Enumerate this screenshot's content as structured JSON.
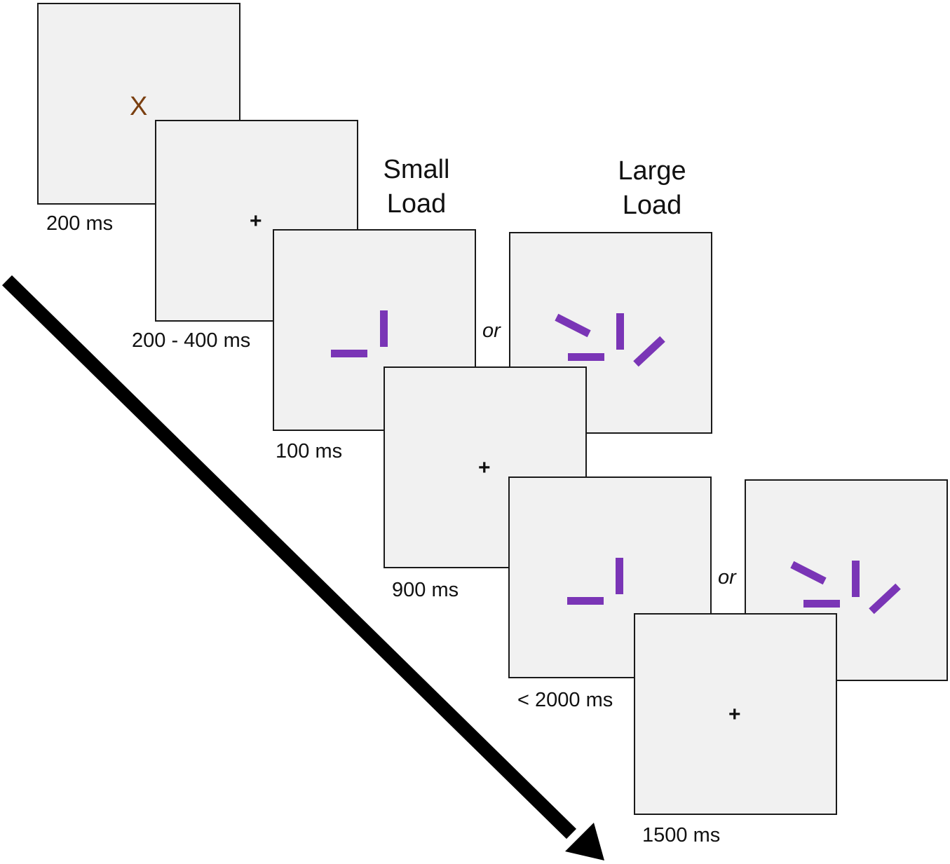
{
  "headings": {
    "small_load": "Small Load",
    "large_load": "Large Load"
  },
  "durations": {
    "cue": "200 ms",
    "fixation_1": "200 - 400 ms",
    "memory_array": "100 ms",
    "retention": "900 ms",
    "test_array": "< 2000 ms",
    "iti": "1500 ms"
  },
  "connector": "or",
  "symbols": {
    "cue": "X",
    "fixation": "+"
  },
  "colors": {
    "stimulus_bar": "#7a35b6",
    "cue_x": "#7a3f10",
    "screen_bg": "#f1f1f1",
    "arrow": "#000000"
  },
  "arrow_label": "time-arrow"
}
